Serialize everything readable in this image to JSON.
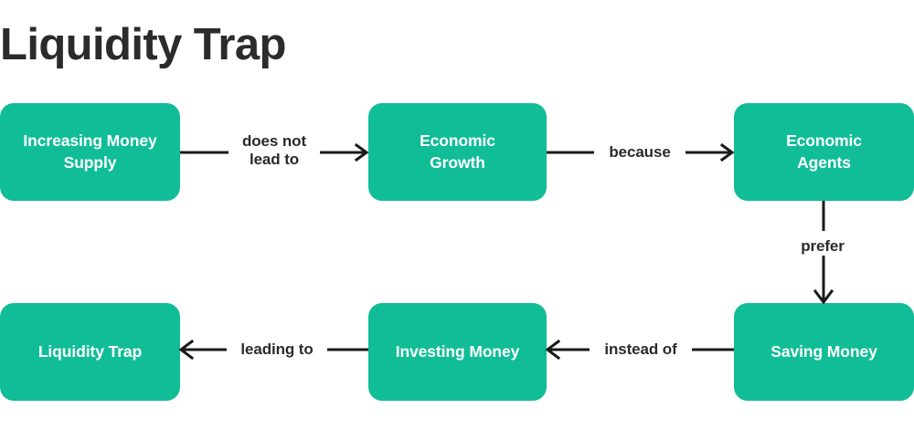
{
  "diagram": {
    "title": "Liquidity Trap",
    "colors": {
      "node_fill": "#10bd97",
      "node_text": "#ffffff",
      "connector": "#1a1a1a",
      "title_text": "#2b2b2b",
      "background": "#ffffff"
    },
    "nodes": [
      {
        "id": "increasing-money-supply",
        "label": "Increasing Money\nSupply"
      },
      {
        "id": "economic-growth",
        "label": "Economic\nGrowth"
      },
      {
        "id": "economic-agents",
        "label": "Economic\nAgents"
      },
      {
        "id": "saving-money",
        "label": "Saving Money"
      },
      {
        "id": "investing-money",
        "label": "Investing Money"
      },
      {
        "id": "liquidity-trap",
        "label": "Liquidity Trap"
      }
    ],
    "edges": [
      {
        "id": "edge-1",
        "label": "does not\nlead to",
        "from": "increasing-money-supply",
        "to": "economic-growth",
        "direction": "right"
      },
      {
        "id": "edge-2",
        "label": "because",
        "from": "economic-growth",
        "to": "economic-agents",
        "direction": "right"
      },
      {
        "id": "edge-3",
        "label": "prefer",
        "from": "economic-agents",
        "to": "saving-money",
        "direction": "down"
      },
      {
        "id": "edge-4",
        "label": "instead of",
        "from": "saving-money",
        "to": "investing-money",
        "direction": "left"
      },
      {
        "id": "edge-5",
        "label": "leading to",
        "from": "investing-money",
        "to": "liquidity-trap",
        "direction": "left"
      }
    ]
  }
}
